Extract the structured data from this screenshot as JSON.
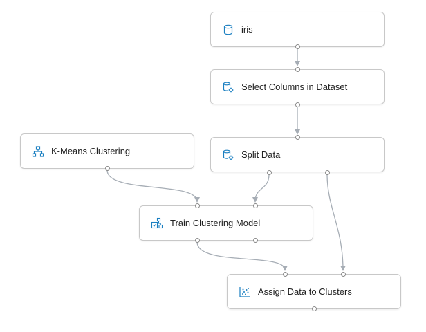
{
  "modules": [
    {
      "id": "iris",
      "label": "iris",
      "icon": "dataset-icon"
    },
    {
      "id": "select-columns",
      "label": "Select Columns in Dataset",
      "icon": "dataset-transform-icon"
    },
    {
      "id": "split-data",
      "label": "Split Data",
      "icon": "dataset-transform-icon"
    },
    {
      "id": "kmeans",
      "label": "K-Means Clustering",
      "icon": "hierarchy-icon"
    },
    {
      "id": "train-clustering",
      "label": "Train Clustering Model",
      "icon": "train-model-icon"
    },
    {
      "id": "assign-data",
      "label": "Assign Data to Clusters",
      "icon": "scatter-plot-icon"
    }
  ],
  "connections": [
    {
      "from": "iris",
      "to": "select-columns"
    },
    {
      "from": "select-columns",
      "to": "split-data"
    },
    {
      "from": "kmeans",
      "to": "train-clustering"
    },
    {
      "from": "split-data",
      "to": "train-clustering"
    },
    {
      "from": "split-data",
      "to": "assign-data"
    },
    {
      "from": "train-clustering",
      "to": "assign-data"
    }
  ],
  "colors": {
    "icon": "#1a7fc1",
    "edge": "#a6adb5",
    "border": "#c8c8c8",
    "text": "#222222"
  }
}
